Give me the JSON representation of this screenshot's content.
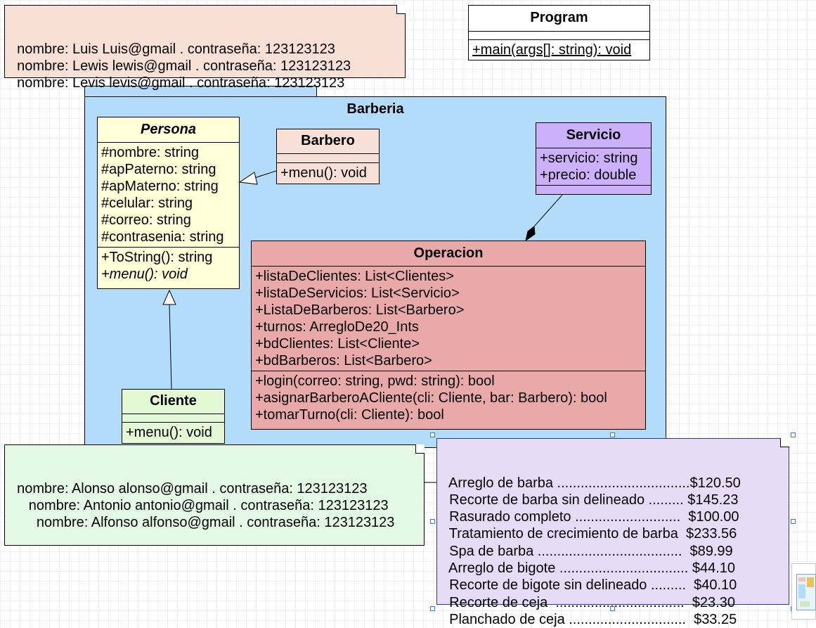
{
  "notes": {
    "barbers": {
      "lines": [
        "nombre: Luis Luis@gmail . contraseña: 123123123",
        "nombre: Lewis lewis@gmail . contraseña: 123123123",
        "nombre: Levis levis@gmail . contraseña: 123123123"
      ],
      "fill": "#f8e0d6"
    },
    "clients": {
      "lines": [
        "nombre: Alonso alonso@gmail . contraseña: 123123123",
        "   nombre: Antonio antonio@gmail . contraseña: 123123123",
        "     nombre: Alfonso alfonso@gmail . contraseña: 123123123"
      ],
      "fill": "#e3f9e6"
    },
    "prices": {
      "lines": [
        "Arreglo de barba ..................................$120.50",
        "Recorte de barba sin delineado ......... $145.23",
        "Rasurado completo ...........................  $100.00",
        "Tratamiento de crecimiento de barba  $233.56",
        "Spa de barba .....................................  $89.99",
        "Arreglo de bigote ................................. $44.10",
        "Recorte de bigote sin delineado .........  $40.10",
        "Recorte de ceja  .................................  $23.30",
        "Planchado de ceja ..............................  $33.25"
      ],
      "fill": "#e6dcf8"
    }
  },
  "package": {
    "name": "Barberia",
    "fill": "#b3dcfb"
  },
  "classes": {
    "program": {
      "name": "Program",
      "attributes": [],
      "methods": [
        "+main(args[]: string): void"
      ],
      "fill": "#ffffff"
    },
    "persona": {
      "name": "Persona",
      "attributes": [
        "#nombre: string",
        "#apPaterno: string",
        "#apMaterno: string",
        "#celular: string",
        "#correo: string",
        "#contrasenia: string"
      ],
      "methods": [
        "+ToString(): string",
        "+menu(): void"
      ],
      "fill": "#ffffd8"
    },
    "barbero": {
      "name": "Barbero",
      "attributes": [],
      "methods": [
        "+menu(): void"
      ],
      "fill": "#f8e0d6"
    },
    "servicio": {
      "name": "Servicio",
      "attributes": [
        "+servicio: string",
        "+precio: double"
      ],
      "methods": [],
      "fill": "#cdb0fb"
    },
    "operacion": {
      "name": "Operacion",
      "attributes": [
        "+listaDeClientes: List<Clientes>",
        "+listaDeServicios: List<Servicio>",
        "+ListaDeBarberos: List<Barbero>",
        "+turnos: ArregloDe20_Ints",
        "+bdClientes: List<Cliente>",
        "+bdBarberos: List<Barbero>"
      ],
      "methods": [
        "+login(correo: string, pwd: string): bool",
        "+asignarBarberoACliente(cli: Cliente, bar: Barbero): bool",
        "+tomarTurno(cli: Cliente): bool"
      ],
      "fill": "#eaa9a9"
    },
    "cliente": {
      "name": "Cliente",
      "attributes": [],
      "methods": [
        "+menu(): void"
      ],
      "fill": "#e3f9d6"
    }
  }
}
